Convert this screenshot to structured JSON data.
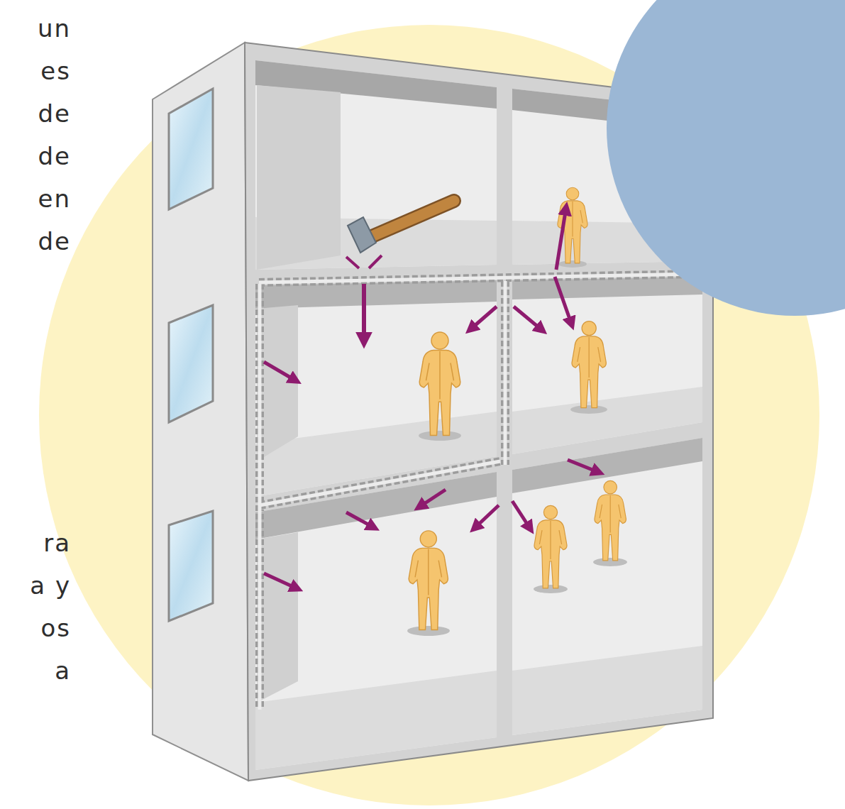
{
  "diagram": {
    "labels": [
      "un",
      "es",
      "de",
      "de",
      "en",
      "de",
      "ra",
      "a y",
      "os",
      "a"
    ]
  }
}
